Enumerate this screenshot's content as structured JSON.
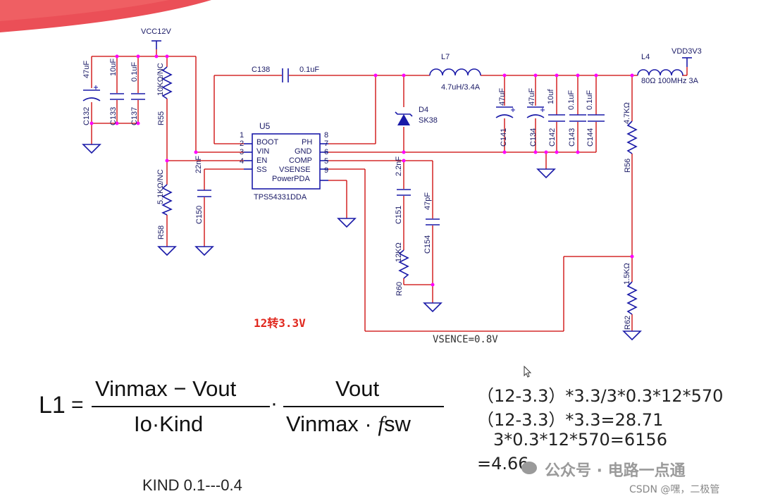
{
  "colors": {
    "wire": "#cc0000",
    "component": "#1a1aa8",
    "node": "#ff00ff",
    "title_red": "#e0261c",
    "text": "#1a1a66"
  },
  "schematic": {
    "vcc_label": "VCC12V",
    "vdd_label": "VDD3V3",
    "ic": {
      "ref": "U5",
      "part": "TPS54331DDA",
      "left_pins": [
        {
          "num": "1",
          "name": "BOOT"
        },
        {
          "num": "2",
          "name": "VIN"
        },
        {
          "num": "3",
          "name": "EN"
        },
        {
          "num": "4",
          "name": "SS"
        }
      ],
      "right_pins": [
        {
          "num": "8",
          "name": "PH"
        },
        {
          "num": "7",
          "name": "GND"
        },
        {
          "num": "6",
          "name": "COMP"
        },
        {
          "num": "5",
          "name": "VSENSE"
        },
        {
          "num": "9",
          "name": "PowerPDA"
        }
      ]
    },
    "parts": {
      "c132_val": "47uF",
      "c132_ref": "C132",
      "c133_val": "10uF",
      "c133_ref": "C133",
      "c137_val": "0.1uF",
      "c137_ref": "C137",
      "r55_val": "10KΩ/NC",
      "r55_ref": "R55",
      "r58_val": "5.1KΩ/NC",
      "r58_ref": "R58",
      "c150_val": "22nF",
      "c150_ref": "C150",
      "c138_ref": "C138",
      "c138_val": "0.1uF",
      "l7_ref": "L7",
      "l7_val": "4.7uH/3.4A",
      "d4_ref": "D4",
      "d4_val": "SK38",
      "c151_val": "2.2nF",
      "c151_ref": "C151",
      "c154_val": "47pF",
      "c154_ref": "C154",
      "r60_val": "12KΩ",
      "r60_ref": "R60",
      "c141_val": "47uF",
      "c141_ref": "C141",
      "c134_val": "47uF",
      "c134_ref": "C134",
      "c142_val": "10uf",
      "c142_ref": "C142",
      "c143_val": "0.1uF",
      "c143_ref": "C143",
      "c144_val": "0.1uF",
      "c144_ref": "C144",
      "l4_ref": "L4",
      "l4_val": "80Ω 100MHz 3A",
      "r56_val": "4.7KΩ",
      "r56_ref": "R56",
      "r62_val": "1.5KΩ",
      "r62_ref": "R62"
    },
    "title": "12转3.3V",
    "vsence_note": "VSENCE=0.8V"
  },
  "formula": {
    "lhs": "L1",
    "eq": "=",
    "num1": "Vinmax − Vout",
    "den1": "Io·Kind",
    "dot": "·",
    "num2": "Vout",
    "den2_a": "Vinmax · ",
    "den2_f": "f",
    "den2_b": "sw",
    "kind": "KIND 0.1---0.4"
  },
  "calc": {
    "line1": "（12-3.3）*3.3/3*0.3*12*570",
    "line2": "（12-3.3）*3.3=28.71",
    "line3": "3*0.3*12*570=6156",
    "line4": "=4.66"
  },
  "watermark": {
    "wechat": "公众号 · 电路一点通",
    "csdn": "CSDN @嘿，二极管"
  }
}
